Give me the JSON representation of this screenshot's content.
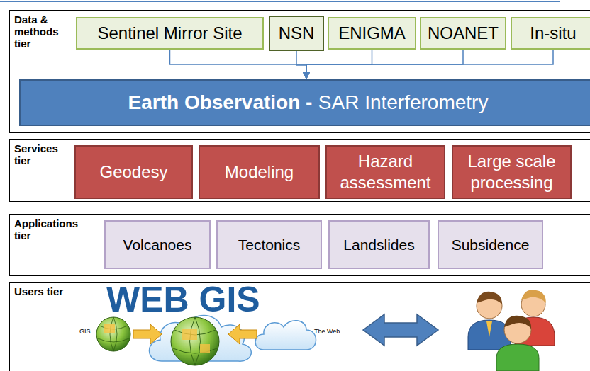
{
  "diagram": {
    "nodes": [
      {
        "text": [
          "Data & methods tier"
        ]
      },
      {
        "text": [
          "Sentinel Mirror Site"
        ],
        "in": 0
      },
      {
        "text": [
          "NSN"
        ],
        "in": 0
      },
      {
        "text": [
          "ENIGMA"
        ],
        "in": 0
      },
      {
        "text": [
          "NOANET"
        ],
        "in": 0
      },
      {
        "text": [
          "In-situ"
        ],
        "in": 0
      },
      {
        "text": [
          "Earth Observation -",
          "SAR Interferometry"
        ],
        "in": 0
      },
      {
        "text": [
          "Services tier"
        ]
      },
      {
        "text": [
          "Geodesy"
        ],
        "in": 7
      },
      {
        "text": [
          "Modeling"
        ],
        "in": 7
      },
      {
        "text": [
          "Hazard assessment"
        ],
        "in": 7
      },
      {
        "text": [
          "Large scale processing"
        ],
        "in": 7
      },
      {
        "text": [
          "Applications tier"
        ]
      },
      {
        "text": [
          "Volcanoes"
        ],
        "in": 12
      },
      {
        "text": [
          "Tectonics"
        ],
        "in": 12
      },
      {
        "text": [
          "Landslides"
        ],
        "in": 12
      },
      {
        "text": [
          "Subsidence"
        ],
        "in": 12
      },
      {
        "text": [
          "Users tier"
        ]
      }
    ],
    "edges": [
      {
        "from": 1,
        "to": 6,
        "arrow": "to"
      },
      {
        "from": 2,
        "to": 6,
        "arrow": "to"
      },
      {
        "from": 3,
        "to": 6,
        "arrow": "to"
      },
      {
        "from": 4,
        "to": 6,
        "arrow": "to"
      },
      {
        "from": 5,
        "to": 6,
        "arrow": "to"
      }
    ],
    "labels": [
      "WEB GIS",
      "GIS",
      "The Web"
    ]
  }
}
